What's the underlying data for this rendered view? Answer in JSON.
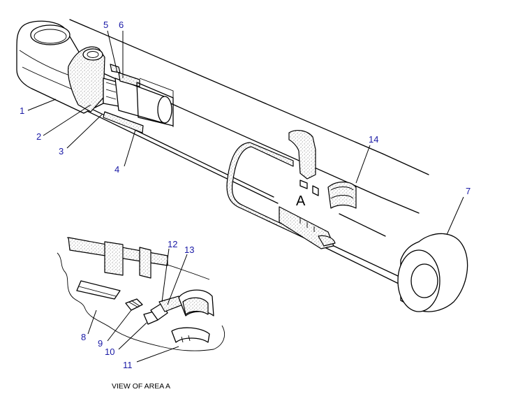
{
  "callouts": [
    {
      "id": "1",
      "text": "1"
    },
    {
      "id": "2",
      "text": "2"
    },
    {
      "id": "3",
      "text": "3"
    },
    {
      "id": "4",
      "text": "4"
    },
    {
      "id": "5",
      "text": "5"
    },
    {
      "id": "6",
      "text": "6"
    },
    {
      "id": "7",
      "text": "7"
    },
    {
      "id": "8",
      "text": "8"
    },
    {
      "id": "9",
      "text": "9"
    },
    {
      "id": "10",
      "text": "10"
    },
    {
      "id": "11",
      "text": "11"
    },
    {
      "id": "12",
      "text": "12"
    },
    {
      "id": "13",
      "text": "13"
    },
    {
      "id": "14",
      "text": "14"
    }
  ],
  "area_label": "A",
  "caption": "VIEW OF AREA A",
  "colors": {
    "callout": "#1a1aa6",
    "line": "#000000",
    "stipple": "#555555"
  }
}
